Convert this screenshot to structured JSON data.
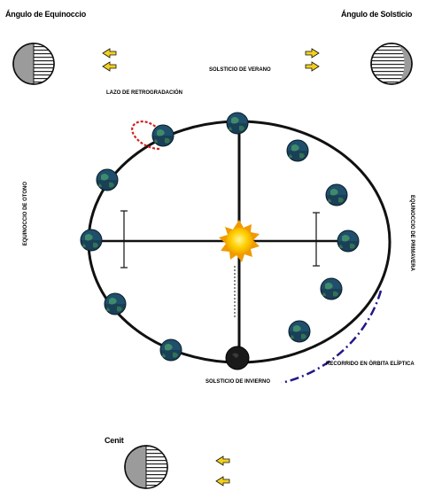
{
  "corner_labels": {
    "top_left": "Ángulo de Equinoccio",
    "top_right": "Ángulo de Solsticio",
    "bottom_left": "Cenit"
  },
  "position_labels": {
    "top": "SOLSTICIO DE VERANO",
    "bottom": "SOLSTICIO DE INVIERNO",
    "left": "EQUINOCCIO DE OTOÑO",
    "right": "EQUINOCCIO DE PRIMAVERA",
    "red_loop": "LAZO DE RETROGRADACIÓN",
    "dashed_arc": "RECORRIDO EN ÓRBITA ELÍPTICA"
  },
  "colors": {
    "orbit": "#111111",
    "earth_ocean": "#1f4f6b",
    "earth_land": "#3f8a6a",
    "sun_core": "#ffd000",
    "sun_rays": "#f09a00",
    "loop": "#d42020",
    "dashed_arc": "#22188a",
    "arrow": "#f3d11b",
    "shade": "#9b9b9b"
  },
  "icons": [
    "sun-icon",
    "earth-icon",
    "arrow-icon",
    "moon-phase-icon"
  ]
}
